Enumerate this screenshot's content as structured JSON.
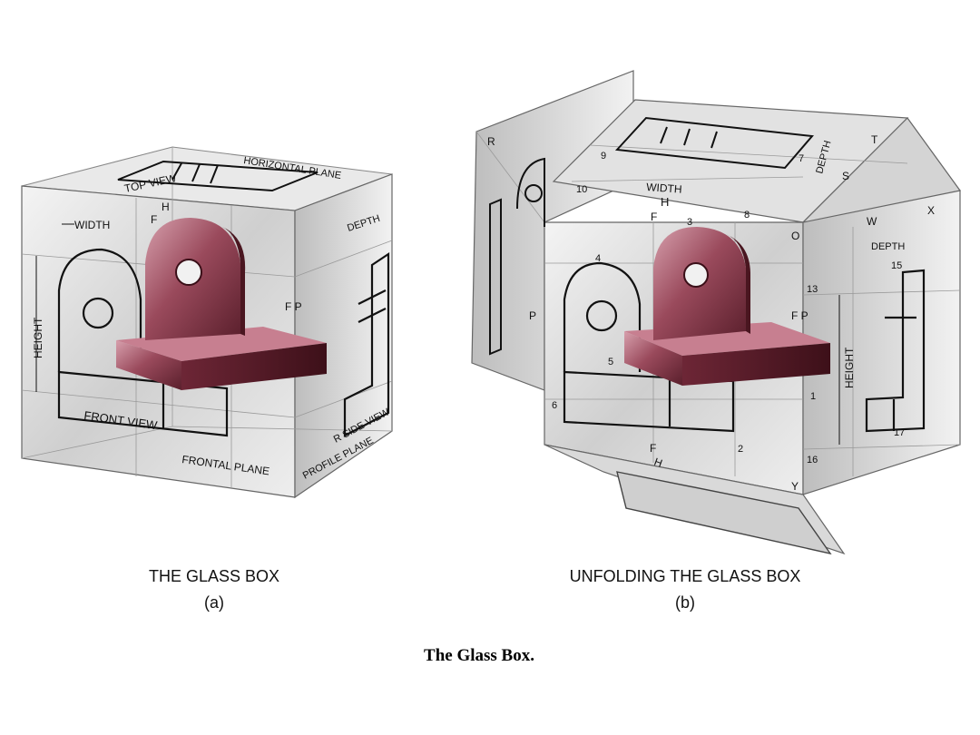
{
  "figure_a": {
    "caption": "THE GLASS BOX",
    "sublabel": "(a)",
    "labels": {
      "horizontal_plane": "HORIZONTAL PLANE",
      "top_view": "TOP VIEW",
      "h": "H",
      "f_top": "F",
      "width": "WIDTH",
      "depth": "DEPTH",
      "height": "HEIGHT",
      "fp": "F P",
      "front_view": "FRONT VIEW",
      "frontal_plane": "FRONTAL PLANE",
      "r_side_view": "R SIDE VIEW",
      "profile_plane": "PROFILE PLANE"
    }
  },
  "figure_b": {
    "caption": "UNFOLDING THE GLASS BOX",
    "sublabel": "(b)",
    "labels": {
      "width": "WIDTH",
      "h": "H",
      "f": "F",
      "depth_top": "DEPTH",
      "depth_side": "DEPTH",
      "height": "HEIGHT",
      "fp": "F P",
      "p": "P",
      "w": "W",
      "x": "X",
      "y": "Y",
      "s": "S",
      "t": "T",
      "r": "R",
      "o": "O",
      "f_bottom": "F",
      "h_bottom": "H",
      "n2": "2",
      "n3": "3",
      "n4": "4",
      "n5": "5",
      "n6": "6",
      "n7": "7",
      "n8": "8",
      "n9": "9",
      "n10": "10",
      "n13": "13",
      "n15": "15",
      "n16": "16",
      "n17": "17",
      "n1": "1"
    }
  },
  "caption": "The Glass Box."
}
